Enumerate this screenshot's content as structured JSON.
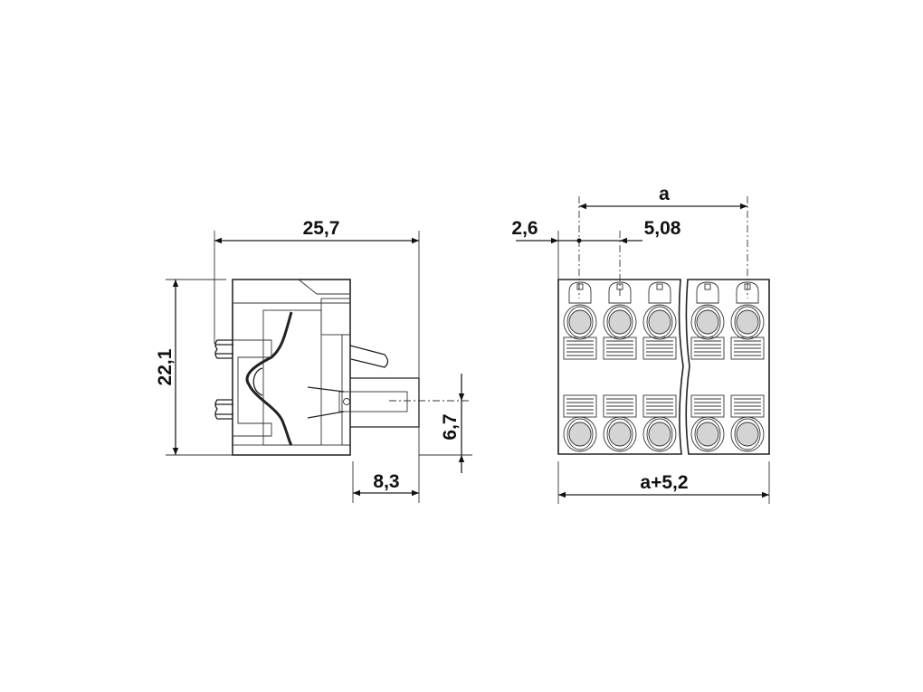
{
  "dimensions": {
    "width_side": "25,7",
    "height_side": "22,1",
    "pin_offset_height": "6,7",
    "pin_depth": "8,3",
    "pitch_total": "a",
    "edge_offset": "2,6",
    "pitch": "5,08",
    "total_width": "a+5,2"
  },
  "front_view": {
    "pin_count_left_block": 3,
    "pin_count_right_block": 2
  },
  "colors": {
    "line": "#222222",
    "fill_gray": "#d4d4d4"
  }
}
